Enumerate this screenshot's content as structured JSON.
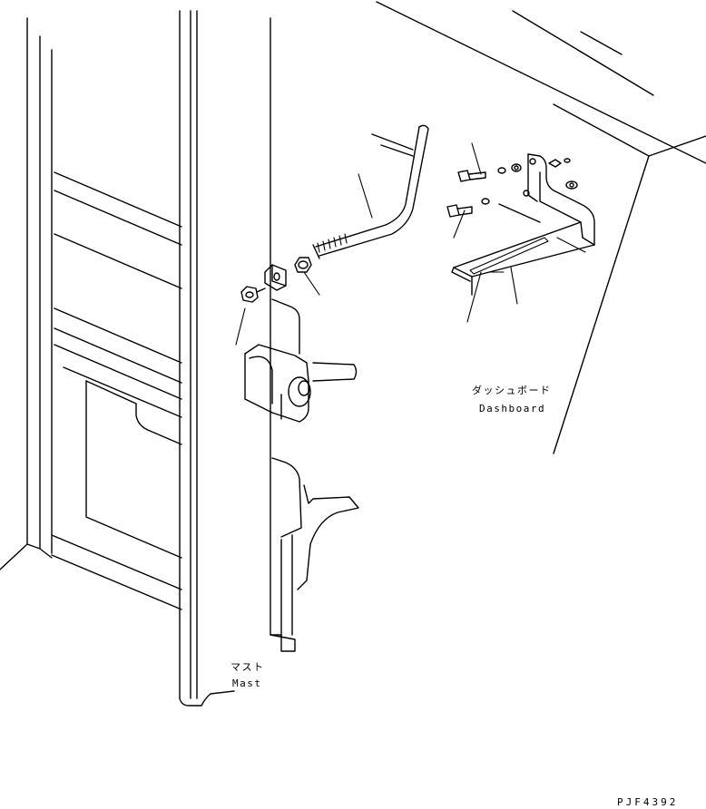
{
  "labels": {
    "dashboard_jp": "ダッシュボード",
    "dashboard_en": "Dashboard",
    "mast_jp": "マスト",
    "mast_en": "Mast",
    "drawing_code": "PJF4392"
  }
}
